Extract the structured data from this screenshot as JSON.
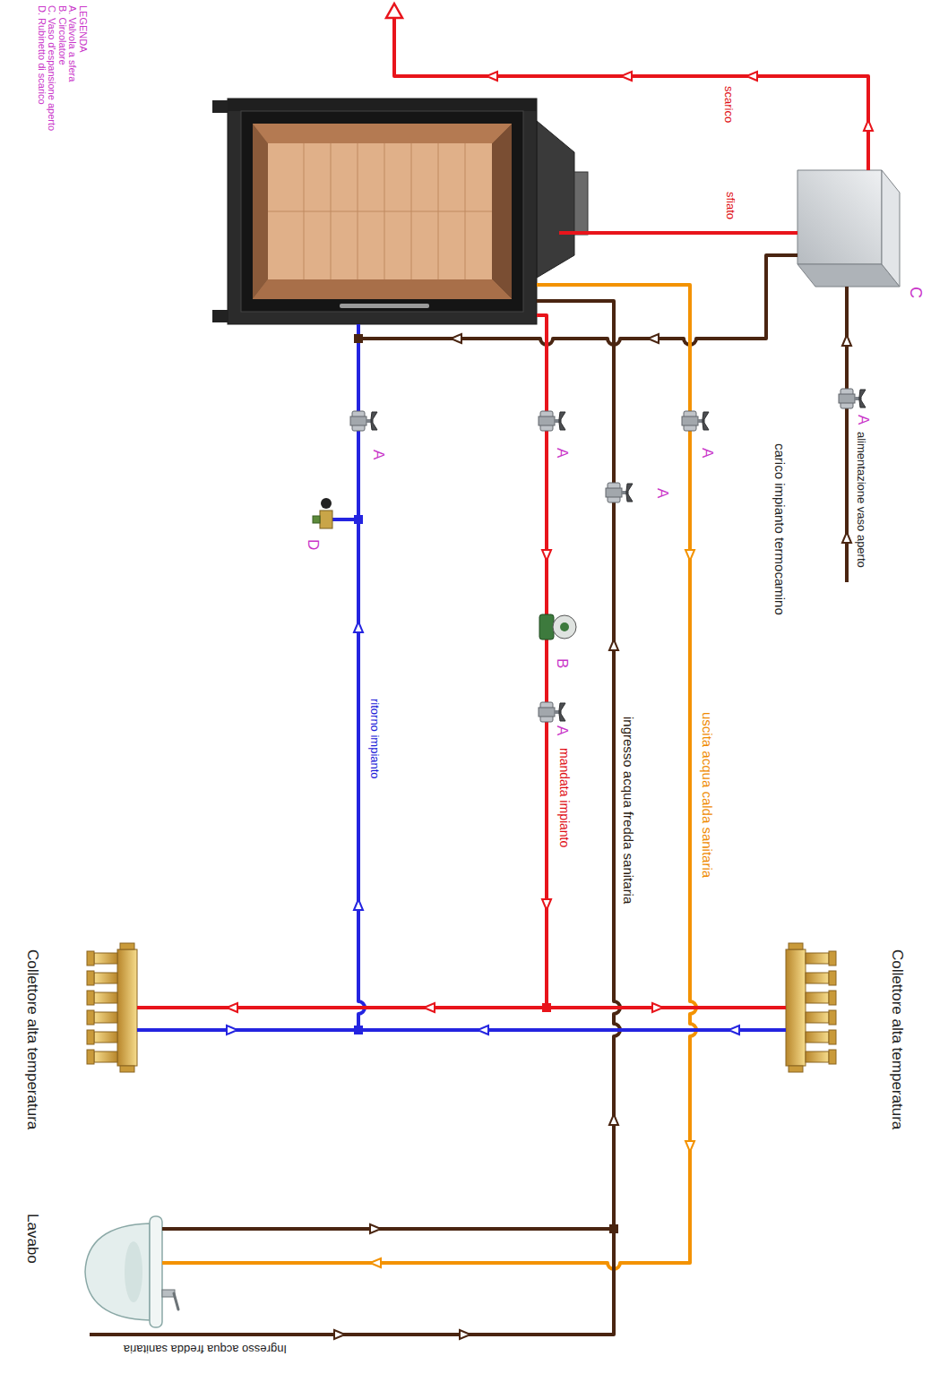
{
  "diagram": {
    "labels": [
      "C",
      "A",
      "alimentazione vaso aperto",
      "scarico",
      "sfiato",
      "carico impianto termocamino",
      "Collettore alta temperatura",
      "A",
      "A",
      "uscita acqua calda sanitaria",
      "ingresso acqua fredda sanitaria",
      "A",
      "B",
      "A",
      "mandata impianto",
      "A",
      "D",
      "ritorno impianto",
      "LEGENDA",
      "Collettore alta temperatura",
      "Lavabo",
      "Ingresso acqua fredda sanitaria"
    ],
    "legend": [
      {
        "text": "A. Valvola a sfera"
      },
      {
        "text": "B. Circolatore"
      },
      {
        "text": "C. Vaso d'espansione aperto"
      },
      {
        "text": "D. Rubinetto di scarico"
      }
    ]
  }
}
